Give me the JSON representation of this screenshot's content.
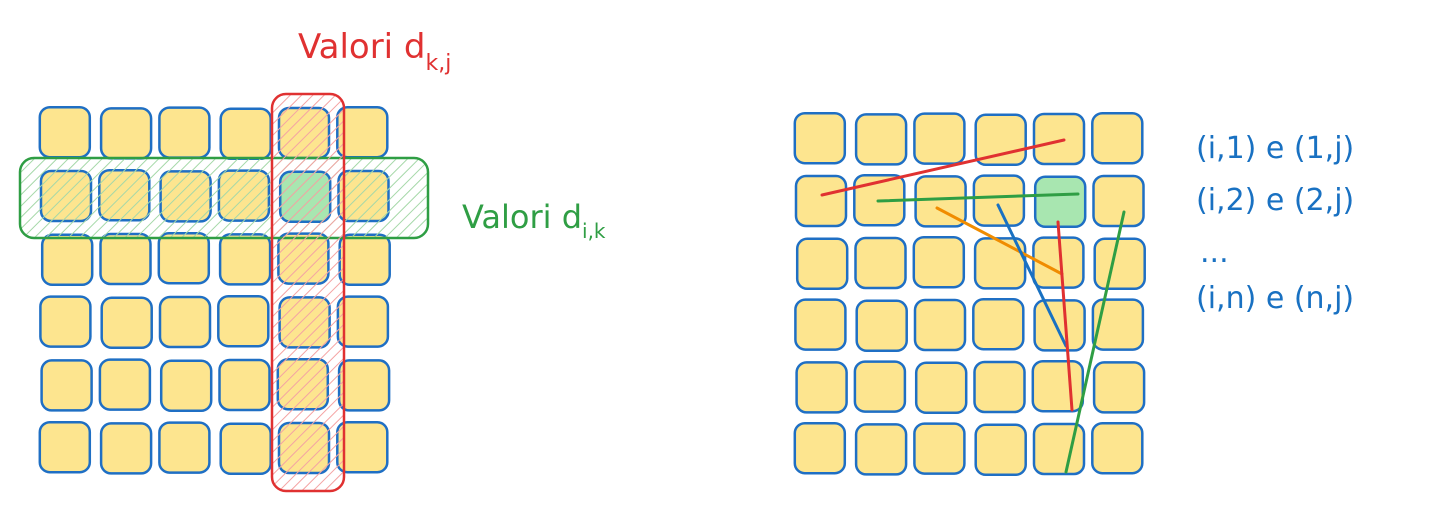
{
  "left_diagram": {
    "rows": 6,
    "cols": 6,
    "pivot": {
      "row": 2,
      "col": 5
    },
    "highlight_row": 2,
    "highlight_col": 5,
    "label_col": {
      "prefix": "Valori d",
      "subscript": "k,j"
    },
    "label_row": {
      "prefix": "Valori d",
      "subscript": "i,k"
    }
  },
  "right_diagram": {
    "rows": 6,
    "cols": 6,
    "target": {
      "row": 2,
      "col": 5
    },
    "pairs": [
      {
        "text": "(i,1) e (1,j)"
      },
      {
        "text": "(i,2) e (2,j)"
      },
      {
        "text": "..."
      },
      {
        "text": "(i,n) e (n,j)"
      }
    ]
  },
  "colors": {
    "cell_fill": "#fde58f",
    "cell_stroke": "#1f6fc4",
    "pivot_fill": "#a8e6b0",
    "column_outline": "#e03131",
    "column_hatch": "#f4a3a3",
    "row_outline": "#2f9e44",
    "row_hatch": "#a5d8a8",
    "red_label": "#e03131",
    "green_label": "#2f9e44",
    "blue_label": "#1971c2",
    "line_red": "#e03131",
    "line_green": "#2f9e44",
    "line_orange": "#f08c00",
    "line_blue": "#1971c2"
  }
}
